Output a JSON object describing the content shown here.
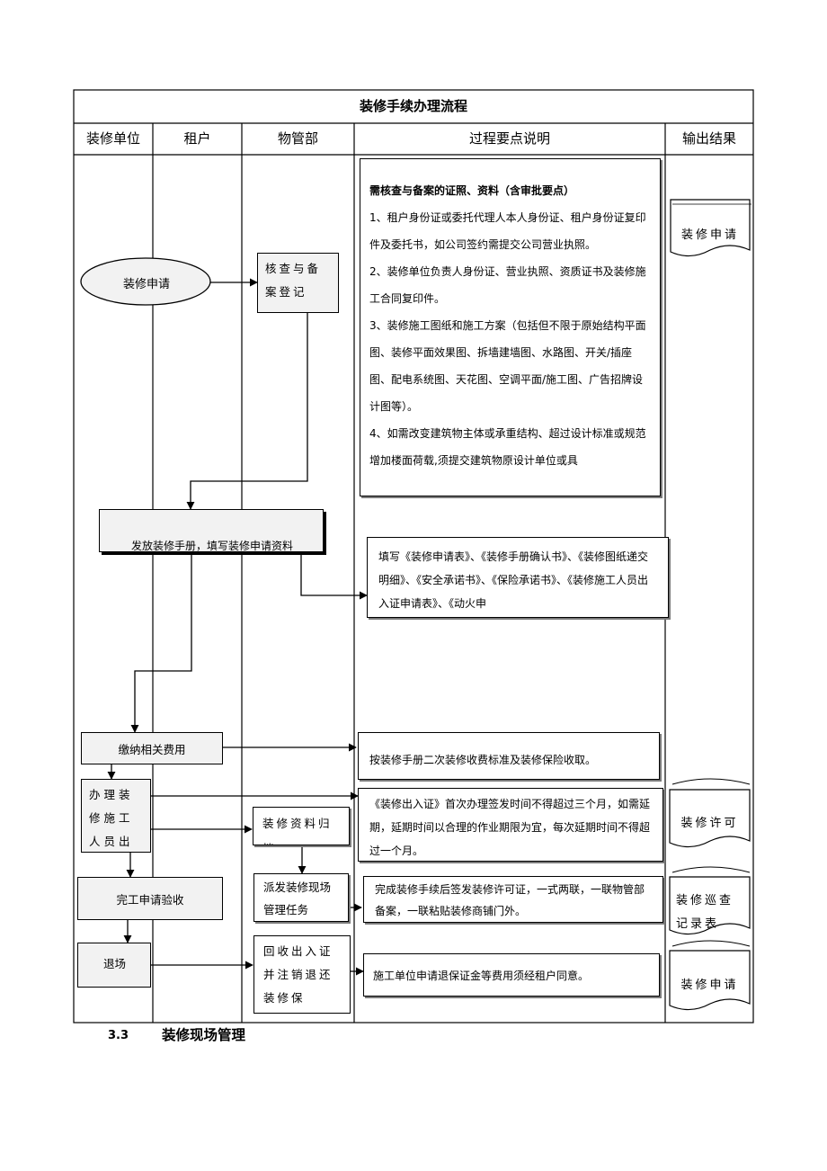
{
  "title": "装修手续办理流程",
  "columns": [
    "装修单位",
    "租户",
    "物管部",
    "过程要点说明",
    "输出结果"
  ],
  "nodes": {
    "apply": "装修申请",
    "check": "核查与备案登记",
    "issue": "发放装修手册，填写装修申请资料",
    "fee": "缴纳相关费用",
    "permit": "办理装修施工人员出",
    "archive": "装修资料归档",
    "complete": "完工申请验收",
    "dispatch": "派发装修现场管理任务",
    "exit": "退场",
    "recover": "回收出入证并注销退还装修保"
  },
  "notes": {
    "n1_title": "需核查与备案的证照、资料（含审批要点）",
    "n1_lines": [
      "1、租户身份证或委托代理人本人身份证、租户身份证复印件及委托书，如公司签约需提交公司营业执照。",
      "2、装修单位负责人身份证、营业执照、资质证书及装修施工合同复印件。",
      "3、装修施工图纸和施工方案（包括但不限于原始结构平面图、装修平面效果图、拆墙建墙图、水路图、开关/插座图、配电系统图、天花图、空调平面/施工图、广告招牌设计图等）。",
      "4、如需改变建筑物主体或承重结构、超过设计标准或规范增加楼面荷载,须提交建筑物原设计单位或具"
    ],
    "n2": "填写《装修申请表》、《装修手册确认书》、《装修图纸递交明细》、《安全承诺书》、《保险承诺书》、《装修施工人员出入证申请表》、《动火申",
    "n3": "按装修手册二次装修收费标准及装修保险收取。",
    "n4": "《装修出入证》首次办理签发时间不得超过三个月，如需延期，延期时间以合理的作业期限为宜，每次延期时间不得超过一个月。",
    "n5": "完成装修手续后签发装修许可证，一式两联，一联物管部备案，一联粘贴装修商铺门外。",
    "n6": "施工单位申请退保证金等费用须经租户同意。"
  },
  "outputs": [
    "装修申请",
    "装修许可",
    "装修巡查记录表",
    "装修申请"
  ],
  "section": {
    "number": "3.3",
    "title": "装修现场管理"
  }
}
